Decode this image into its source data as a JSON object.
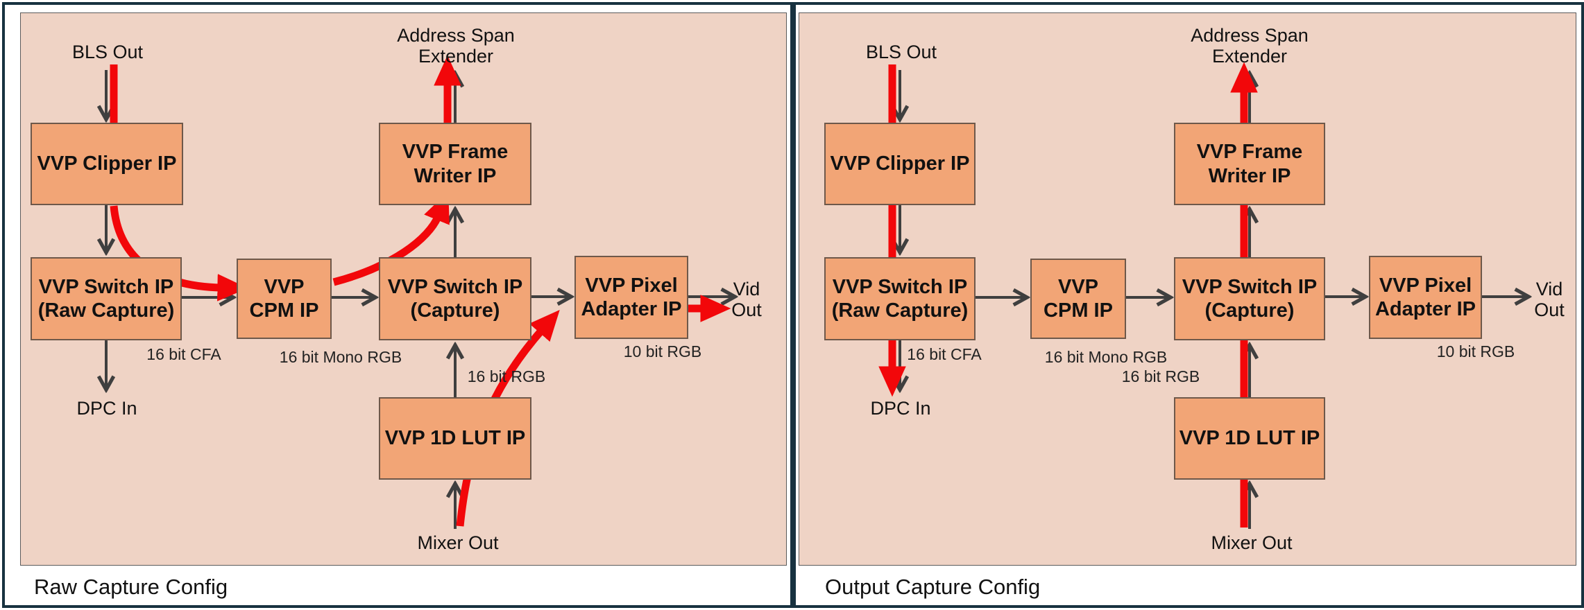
{
  "panels": [
    {
      "title": "Raw Capture Config"
    },
    {
      "title": "Output Capture Config"
    }
  ],
  "nodes": {
    "clipper": "VVP Clipper IP",
    "switch_raw": "VVP Switch IP\n(Raw Capture)",
    "cpm": "VVP\nCPM IP",
    "switch_capture": "VVP Switch IP\n(Capture)",
    "frame_writer": "VVP Frame\nWriter IP",
    "pixel_adapter": "VVP Pixel\nAdapter IP",
    "lut": "VVP 1D LUT IP"
  },
  "ports": {
    "bls_out": "BLS Out",
    "address_span_extender": "Address Span\nExtender",
    "dpc_in": "DPC In",
    "mixer_out": "Mixer Out",
    "vid_out": "Vid\nOut"
  },
  "edge_labels": {
    "cfa": "16 bit CFA",
    "mono_rgb": "16 bit Mono RGB",
    "rgb16": "16 bit RGB",
    "rgb10": "10 bit RGB"
  },
  "colors": {
    "node_fill": "#f2a576",
    "node_border": "#6e584a",
    "canvas_background": "#efd3c5",
    "frame_border": "#173240",
    "arrow_gray": "#3f3f3f",
    "highlight_red": "#f2070a"
  }
}
